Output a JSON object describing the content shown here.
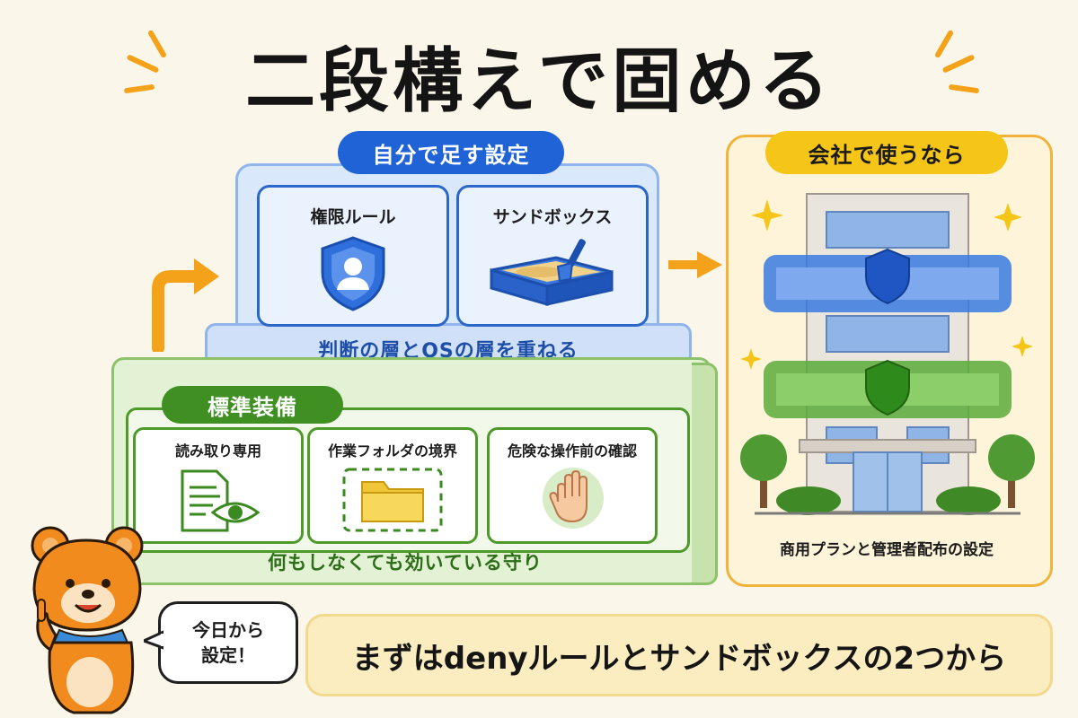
{
  "title": "二段構えで固める",
  "upper": {
    "badge": "自分で足す設定",
    "cards": [
      {
        "label": "権限ルール",
        "icon": "shield-user-icon"
      },
      {
        "label": "サンドボックス",
        "icon": "sandbox-icon"
      }
    ],
    "caption": "判断の層とOSの層を重ねる"
  },
  "lower": {
    "badge": "標準装備",
    "cards": [
      {
        "label": "読み取り専用",
        "icon": "document-eye-icon"
      },
      {
        "label": "作業フォルダの境界",
        "icon": "folder-icon"
      },
      {
        "label": "危険な操作前の確認",
        "icon": "stop-hand-icon"
      }
    ],
    "caption": "何もしなくても効いている守り"
  },
  "company": {
    "badge": "会社で使うなら",
    "caption": "商用プランと管理者配布の設定",
    "icon": "office-building-icon"
  },
  "bubble": {
    "line1": "今日から",
    "line2": "設定！"
  },
  "banner": "まずはdenyルールとサンドボックスの2つから",
  "colors": {
    "blue": "#1f63d6",
    "green": "#3f8f23",
    "yellow": "#f5c518",
    "orange": "#f5a21b",
    "background": "#fbf6ea"
  }
}
